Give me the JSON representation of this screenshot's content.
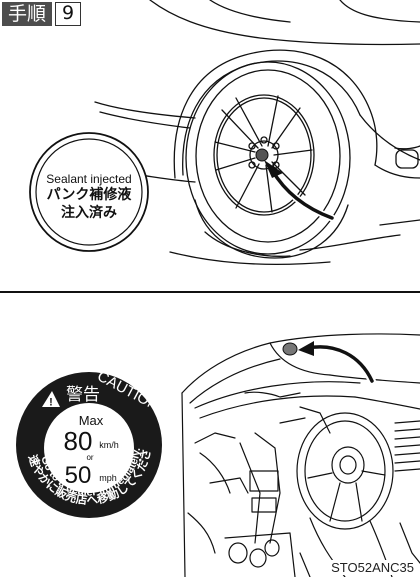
{
  "header": {
    "step_label": "手順",
    "step_number": "9"
  },
  "sealant_sticker": {
    "line1": "Sealant injected",
    "line2": "パンク補修液",
    "line3": "注入済み"
  },
  "caution_sticker": {
    "warning_symbol": "!",
    "title_jp": "警告",
    "title_en": "CAUTION",
    "max_label": "Max",
    "speed_kmh": "80",
    "unit_kmh": "km/h",
    "or_label": "or",
    "speed_mph": "50",
    "unit_mph": "mph",
    "ring_text_jp": "速やかに販売店へ移動してください。",
    "ring_text_en": "Go to a dealer immediately."
  },
  "figure": {
    "code": "STO52ANC35"
  }
}
